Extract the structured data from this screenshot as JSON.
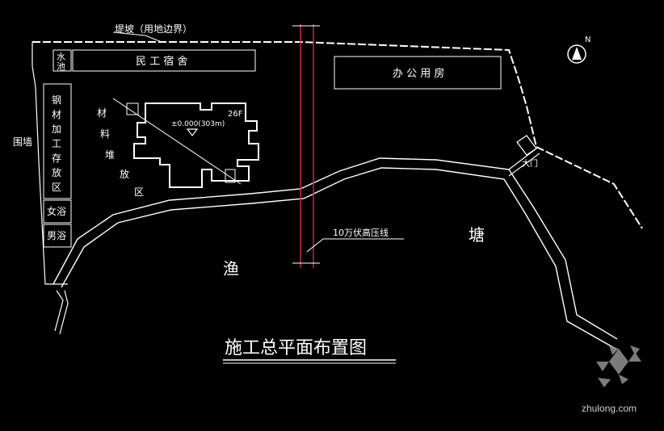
{
  "labels": {
    "embankment": "堤坡（用地边界）",
    "water_pool_1": "水",
    "water_pool_2": "池",
    "workers_dorm": "民 工 宿 舍",
    "office": "办 公 用 房",
    "steel_area": [
      "钢",
      "材",
      "加",
      "工",
      "存",
      "放",
      "区"
    ],
    "material_area": [
      "材",
      "料",
      "堆",
      "放",
      "区"
    ],
    "elevation": "±0.000(303m)",
    "floors": "26F",
    "enclosure": "围墙",
    "women_bath": "女浴",
    "men_bath": "男浴",
    "high_voltage": "10万伏高压线",
    "fish_1": "渔",
    "fish_2": "塘",
    "gate": "大门",
    "north": "N",
    "title": "施工总平面布置图",
    "watermark": "zhulong.com"
  },
  "colors": {
    "background": "#000000",
    "line": "#ffffff",
    "power_line": "#d0204a",
    "watermark": "#cfcfcf"
  }
}
